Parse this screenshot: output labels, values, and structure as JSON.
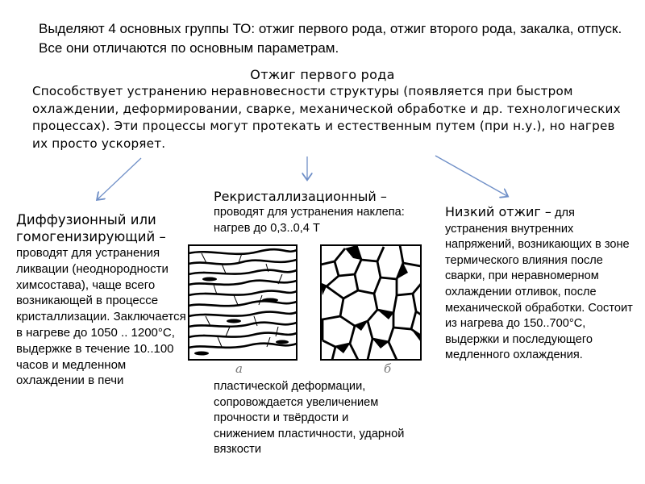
{
  "intro": "Выделяют 4 основных группы ТО: отжиг первого рода, отжиг второго рода, закалка, отпуск. Все они отличаются по основным параметрам.",
  "section_title": "Отжиг первого рода",
  "description": "Способствует устранению неравновесности структуры (появляется при быстром охлаждении, деформировании, сварке, механической обработке и др. технологических процессах). Эти процессы могут протекать и естественным путем (при н.у.), но нагрев их просто ускоряет.",
  "left": {
    "title": "Диффузионный или гомогенизирующий –",
    "body": "проводят для устранения ликвации (неоднородности химсостава), чаще всего возникающей в процессе кристаллизации. Заключается в нагреве до 1050 .. 1200°С, выдержке в течение 10..100 часов и медленном охлаждении в печи"
  },
  "middle": {
    "title": "Рекристаллизационный –",
    "body_top": "проводят для устранения наклепа: нагрев до 0,3..0,4 Т",
    "body_bottom": "пластической деформации, сопровождается увеличением прочности и твёрдости и снижением пластичности, ударной вязкости"
  },
  "right": {
    "title": "Низкий отжиг –",
    "body": "для устранения внутренних напряжений, возникающих в зоне термического влияния после сварки, при неравномерном охлаждении отливок, после механической обработки. Состоит из нагрева до 150..700°С, выдержки и последующего медленного охлаждения."
  },
  "figure": {
    "label_a": "а",
    "label_b": "б"
  },
  "colors": {
    "arrow": "#6f8fc7",
    "text": "#000000"
  }
}
